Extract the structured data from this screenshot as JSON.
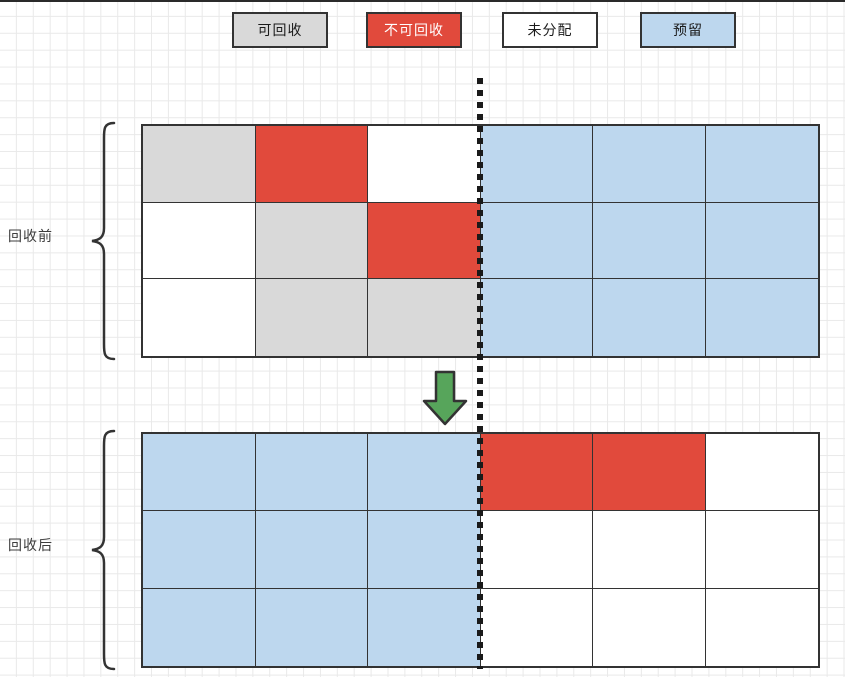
{
  "diagram": {
    "title": "Memory recycling / compaction diagram",
    "colors": {
      "recyclable": "#D9D9D9",
      "non_recyclable": "#E14A3C",
      "unallocated": "#FFFFFF",
      "reserved": "#BDD7EE",
      "border": "#333333",
      "arrow": "#57A55B",
      "divider": "#1A1A1A",
      "grid_background": "#E9E9E9"
    },
    "legend": {
      "items": [
        {
          "label": "可回收",
          "key": "recyclable",
          "fill": "#D9D9D9",
          "text_color": "#1a1a1a"
        },
        {
          "label": "不可回收",
          "key": "non_recyclable",
          "fill": "#E14A3C",
          "text_color": "#ffffff"
        },
        {
          "label": "未分配",
          "key": "unallocated",
          "fill": "#FFFFFF",
          "text_color": "#1a1a1a"
        },
        {
          "label": "预留",
          "key": "reserved",
          "fill": "#BDD7EE",
          "text_color": "#1a1a1a"
        }
      ]
    },
    "sections": [
      {
        "id": "before",
        "label": "回收前",
        "rows": [
          [
            "recyclable",
            "non_recyclable",
            "unallocated",
            "reserved",
            "reserved",
            "reserved"
          ],
          [
            "unallocated",
            "recyclable",
            "non_recyclable",
            "reserved",
            "reserved",
            "reserved"
          ],
          [
            "unallocated",
            "recyclable",
            "recyclable",
            "reserved",
            "reserved",
            "reserved"
          ]
        ]
      },
      {
        "id": "after",
        "label": "回收后",
        "rows": [
          [
            "reserved",
            "reserved",
            "reserved",
            "non_recyclable",
            "non_recyclable",
            "unallocated"
          ],
          [
            "reserved",
            "reserved",
            "reserved",
            "unallocated",
            "unallocated",
            "unallocated"
          ],
          [
            "reserved",
            "reserved",
            "reserved",
            "unallocated",
            "unallocated",
            "unallocated"
          ]
        ]
      }
    ],
    "arrow": {
      "direction": "down",
      "name": "transition-arrow"
    },
    "divider": {
      "style": "dotted",
      "orientation": "vertical",
      "name": "boundary-divider"
    }
  }
}
